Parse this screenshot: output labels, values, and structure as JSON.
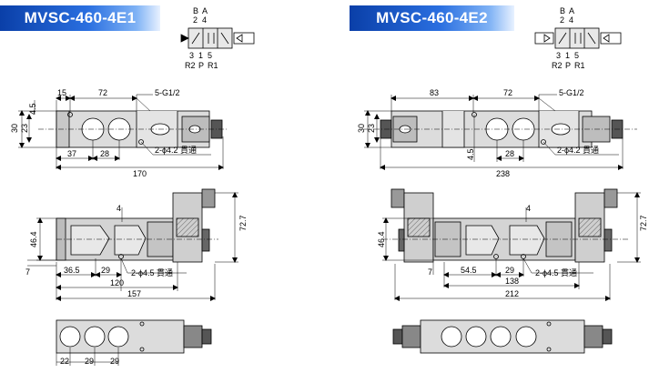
{
  "titles": {
    "left": "MVSC-460-4E1",
    "right": "MVSC-460-4E2"
  },
  "ports": {
    "b": "B",
    "a": "A",
    "n2": "2",
    "n4": "4",
    "n3": "3",
    "n1": "1",
    "n5": "5",
    "r2": "R2",
    "p": "P",
    "r1": "R1"
  },
  "left": {
    "top_view": {
      "d15": "15",
      "d72": "72",
      "thread": "5-G1/2",
      "d45": "4.5",
      "d30": "30",
      "d23": "23",
      "d37": "37",
      "d28": "28",
      "hole": "2-ϕ4.2 貫通",
      "d170": "170"
    },
    "side_view": {
      "d4": "4",
      "d464": "46.4",
      "d727": "72.7",
      "d7": "7",
      "d365": "36.5",
      "d29": "29",
      "hole": "2-ϕ4.5 貫通",
      "d120": "120",
      "d157": "157"
    },
    "bottom_view": {
      "d22": "22",
      "d29a": "29",
      "d29b": "29"
    }
  },
  "right": {
    "top_view": {
      "d83": "83",
      "d72": "72",
      "thread": "5-G1/2",
      "d30": "30",
      "d23": "23",
      "d45": "4.5",
      "d28": "28",
      "hole": "2-ϕ4.2 貫通",
      "d238": "238"
    },
    "side_view": {
      "d4": "4",
      "d464": "46.4",
      "d727": "72.7",
      "d7": "7",
      "d545": "54.5",
      "d29": "29",
      "hole": "2-ϕ4.5 貫通",
      "d138": "138",
      "d212": "212"
    },
    "bottom_view": {}
  }
}
